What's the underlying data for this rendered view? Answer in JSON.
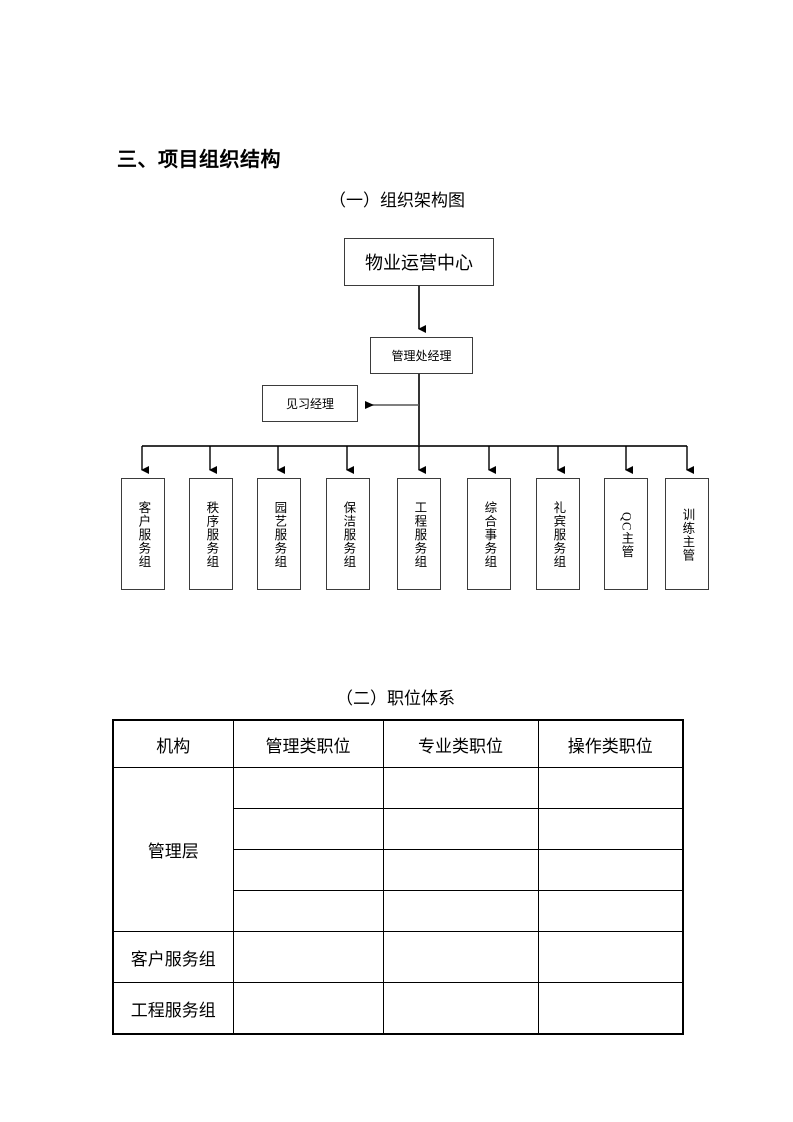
{
  "document": {
    "section_heading": "三、项目组织结构",
    "sub_heading_1": "（一）组织架构图",
    "sub_heading_2": "（二）职位体系"
  },
  "org_chart": {
    "root": "物业运营中心",
    "manager": "管理处经理",
    "trainee_manager": "见习经理",
    "departments": [
      "客户服务组",
      "秩序服务组",
      "园艺服务组",
      "保洁服务组",
      "工程服务组",
      "综合事务组",
      "礼宾服务组",
      "QC主管",
      "训练主管"
    ]
  },
  "position_table": {
    "headers": [
      "机构",
      "管理类职位",
      "专业类职位",
      "操作类职位"
    ],
    "groups": [
      {
        "label": "管理层",
        "row_count": 4
      }
    ],
    "rows": [
      {
        "org": "客户服务组",
        "mgmt": "",
        "prof": "",
        "oper": ""
      },
      {
        "org": "工程服务组",
        "mgmt": "",
        "prof": "",
        "oper": ""
      }
    ]
  }
}
